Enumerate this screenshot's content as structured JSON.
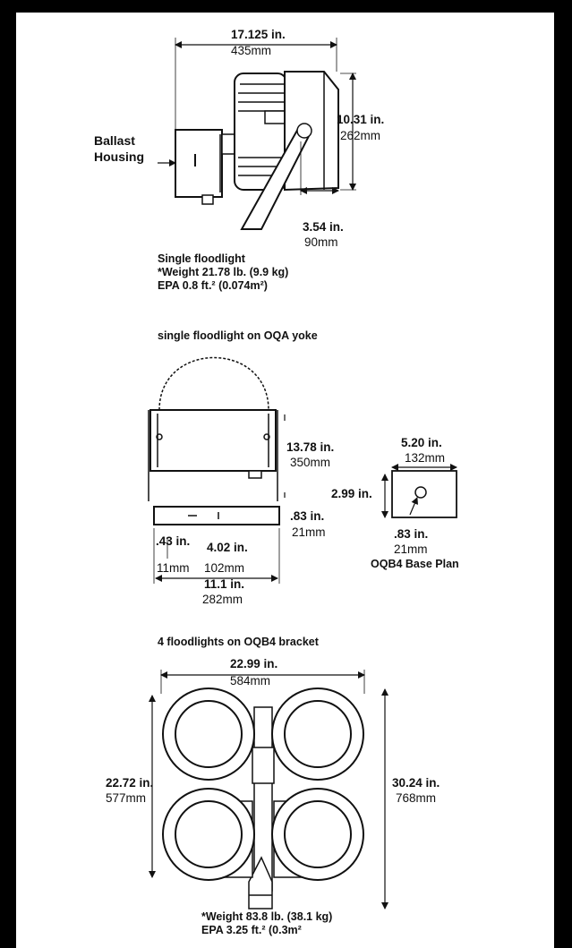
{
  "side_view": {
    "width_in": "17.125 in.",
    "width_mm": "435mm",
    "height_in": "10.31 in.",
    "height_mm": "262mm",
    "depth_in": "3.54 in.",
    "depth_mm": "90mm",
    "ballast_label_1": "Ballast",
    "ballast_label_2": "Housing",
    "caption_title": "Single floodlight",
    "caption_weight": "*Weight 21.78 lb. (9.9 kg)",
    "caption_epa": "EPA 0.8 ft.² (0.074m²)"
  },
  "yoke_view": {
    "title": "single floodlight on OQA yoke",
    "height_in": "13.78 in.",
    "height_mm": "350mm",
    "base_h_in": ".83 in.",
    "base_h_mm": "21mm",
    "edge_in": ".43 in.",
    "edge_mm": "11mm",
    "center_in": "4.02 in.",
    "center_mm": "102mm",
    "overall_in": "11.1 in.",
    "overall_mm": "282mm"
  },
  "base_plan": {
    "width_in": "5.20 in.",
    "width_mm": "132mm",
    "depth_in": "2.99 in.",
    "hole_in": ".83 in.",
    "hole_mm": "21mm",
    "caption": "OQB4 Base Plan"
  },
  "bracket_view": {
    "title": "4 floodlights on OQB4 bracket",
    "width_in": "22.99 in.",
    "width_mm": "584mm",
    "left_h_in": "22.72 in.",
    "left_h_mm": "577mm",
    "right_h_in": "30.24 in.",
    "right_h_mm": "768mm",
    "caption_weight": "*Weight 83.8 lb. (38.1 kg)",
    "caption_epa": "EPA 3.25 ft.² (0.3m²"
  }
}
